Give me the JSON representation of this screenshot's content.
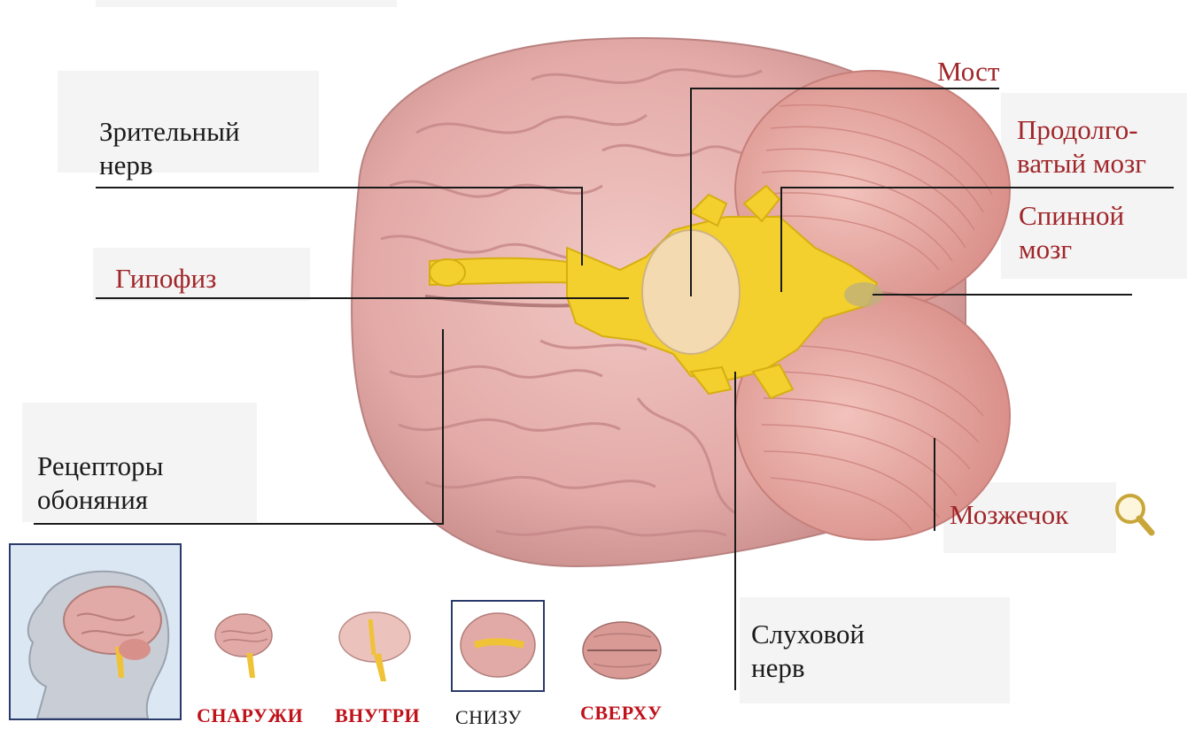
{
  "labels": {
    "optic_nerve": "Зрительный\nнерв",
    "pituitary": "Гипофиз",
    "olfactory_receptors": "Рецепторы\nобоняния",
    "pons": "Мост",
    "medulla": "Продолго-\nватый мозг",
    "spinal_cord": "Спинной\nмозг",
    "cerebellum": "Мозжечок",
    "auditory_nerve": "Слуховой\nнерв"
  },
  "nav": {
    "outside": "СНАРУЖИ",
    "inside": "ВНУТРИ",
    "below": "СНИЗУ",
    "above": "СВЕРХУ",
    "active": "below"
  },
  "icons": {
    "zoom": "magnifier-icon"
  },
  "colors": {
    "brain": "#e7b3b0",
    "brain_fold": "#c98e8c",
    "cerebellum": "#e6a4a0",
    "nerves": "#f3d02d",
    "label_red": "#a0262a",
    "nav_red": "#c0121a"
  }
}
